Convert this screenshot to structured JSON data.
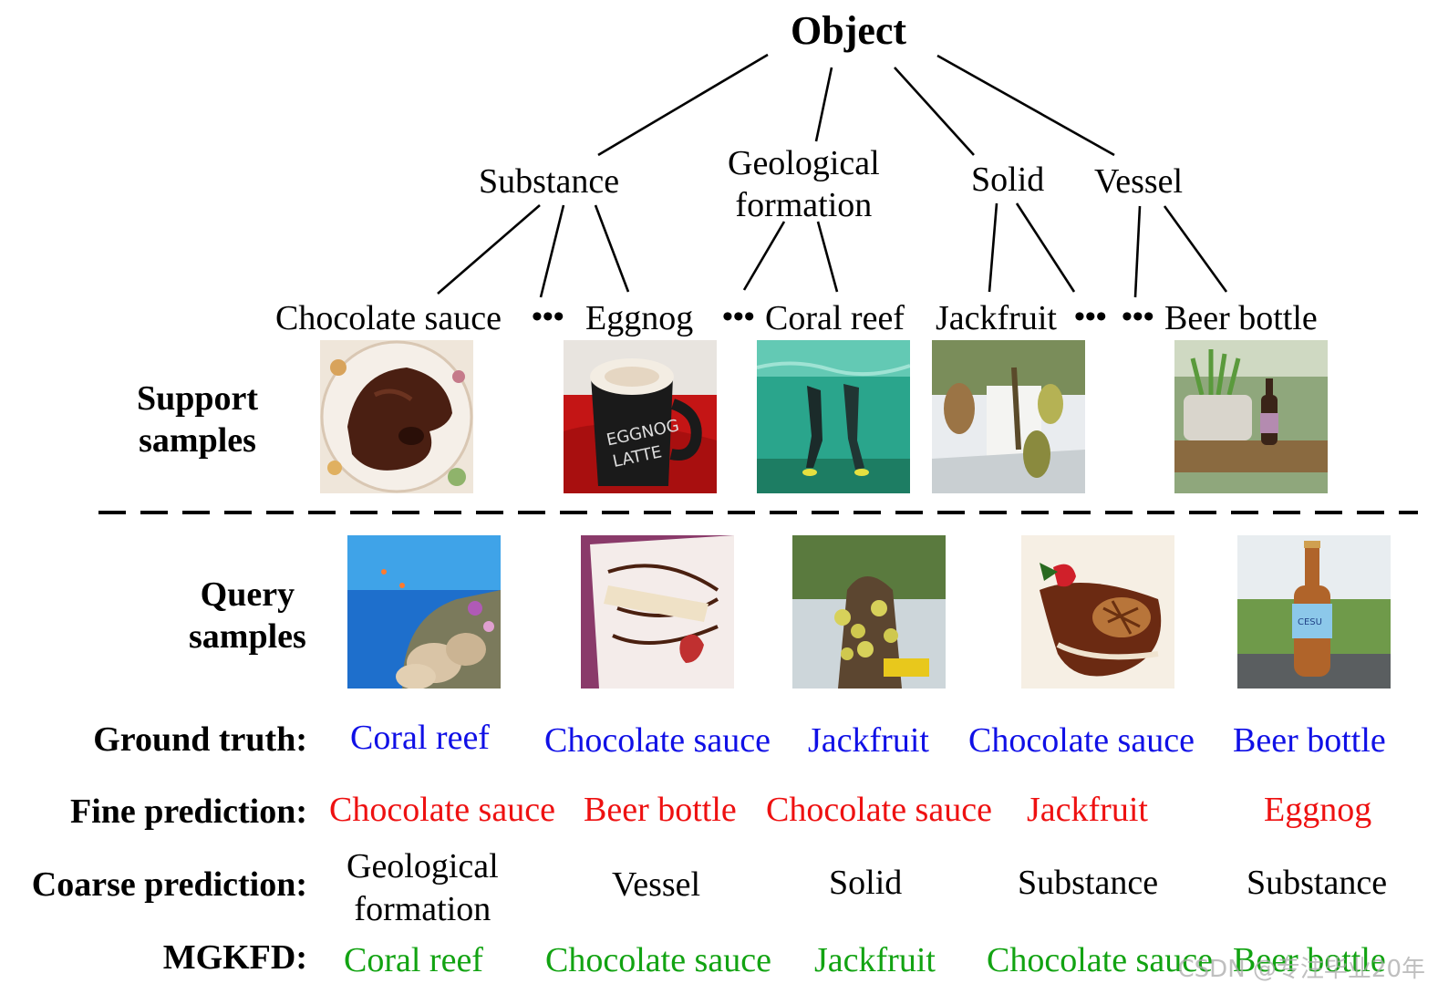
{
  "tree": {
    "root": "Object",
    "categories": {
      "substance": "Substance",
      "geological_line1": "Geological",
      "geological_line2": "formation",
      "solid": "Solid",
      "vessel": "Vessel"
    },
    "leaves": {
      "chocolate_sauce": "Chocolate sauce",
      "eggnog": "Eggnog",
      "coral_reef": "Coral reef",
      "jackfruit": "Jackfruit",
      "beer_bottle": "Beer bottle"
    },
    "ellipsis": "•••"
  },
  "support": {
    "label_line1": "Support",
    "label_line2": "samples",
    "images": [
      "chocolate-cake-photo",
      "eggnog-latte-mug-photo",
      "underwater-divers-photo",
      "jackfruit-tree-photo",
      "beer-bottle-outdoor-photo"
    ]
  },
  "query": {
    "label_line1": "Query",
    "label_line2": "samples",
    "images": [
      "coral-reef-photo",
      "chocolate-crepe-dessert-photo",
      "jackfruit-tree-trunk-photo",
      "chocolate-dessert-strawberry-photo",
      "beer-bottle-closeup-photo"
    ]
  },
  "rows": {
    "ground_truth": {
      "label": "Ground truth:",
      "values": [
        "Coral reef",
        "Chocolate sauce",
        "Jackfruit",
        "Chocolate sauce",
        "Beer bottle"
      ]
    },
    "fine_prediction": {
      "label": "Fine prediction:",
      "values": [
        "Chocolate sauce",
        "Beer bottle",
        "Chocolate sauce",
        "Jackfruit",
        "Eggnog"
      ]
    },
    "coarse_prediction": {
      "label": "Coarse prediction:",
      "values": [
        "Geological",
        "formation",
        "Vessel",
        "Solid",
        "Substance",
        "Substance"
      ]
    },
    "mgkfd": {
      "label": "MGKFD:",
      "values": [
        "Coral reef",
        "Chocolate sauce",
        "Jackfruit",
        "Chocolate sauce",
        "Beer bottle"
      ]
    }
  },
  "colors": {
    "ground_truth": "#1010e6",
    "fine_prediction": "#ee1111",
    "mgkfd": "#12a312"
  },
  "watermark": "CSDN @专注毕业20年"
}
